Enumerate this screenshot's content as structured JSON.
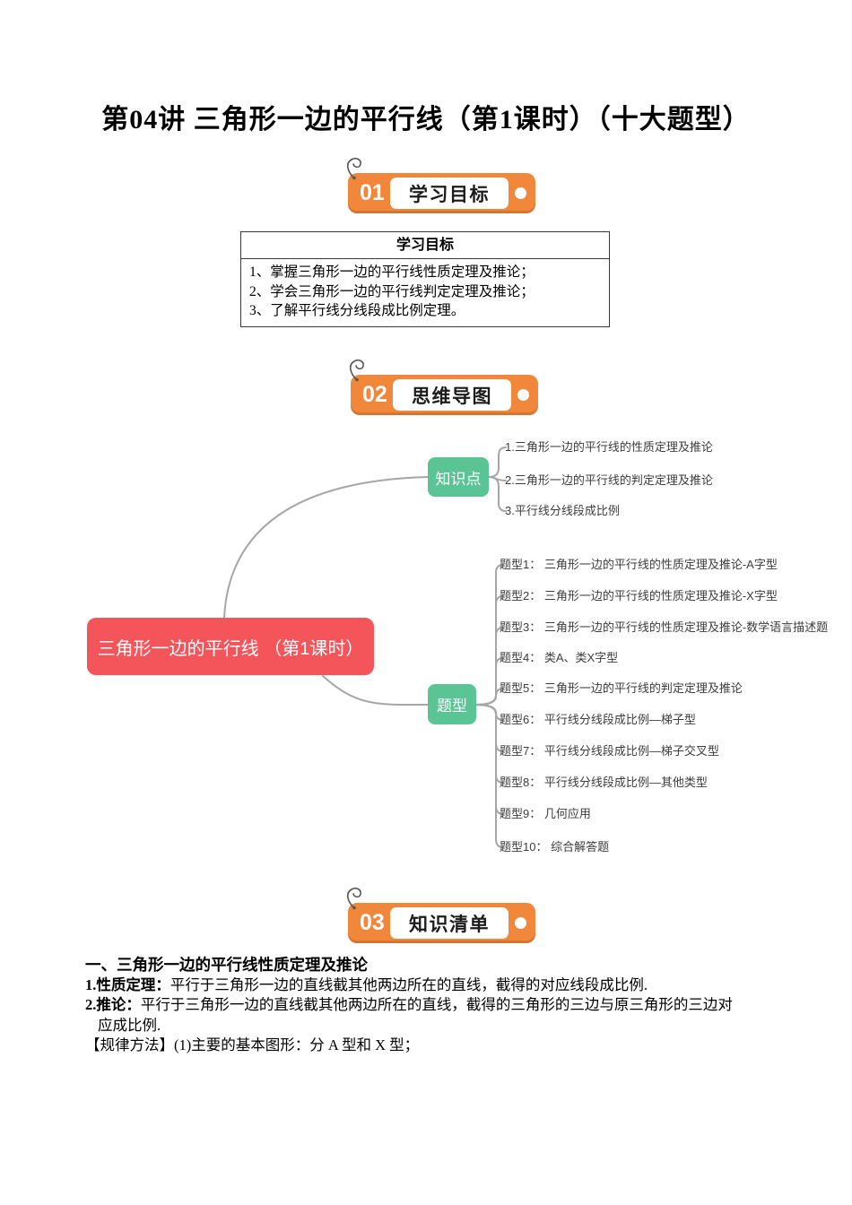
{
  "doc": {
    "title": "第04讲 三角形一边的平行线（第1课时）（十大题型）"
  },
  "sections": [
    {
      "num": "01",
      "label": "学习目标"
    },
    {
      "num": "02",
      "label": "思维导图"
    },
    {
      "num": "03",
      "label": "知识清单"
    }
  ],
  "objectives": {
    "header": "学习目标",
    "items": [
      "1、掌握三角形一边的平行线性质定理及推论；",
      "2、学会三角形一边的平行线判定定理及推论；",
      "3、了解平行线分线段成比例定理。"
    ]
  },
  "mindmap": {
    "center": "三角形一边的平行线 （第1课时）",
    "knowledge": {
      "label": "知识点",
      "items": [
        "1.三角形一边的平行线的性质定理及推论",
        "2.三角形一边的平行线的判定定理及推论",
        "3.平行线分线段成比例"
      ]
    },
    "qtypes": {
      "label": "题型",
      "items": [
        "题型1： 三角形一边的平行线的性质定理及推论-A字型",
        "题型2： 三角形一边的平行线的性质定理及推论-X字型",
        "题型3： 三角形一边的平行线的性质定理及推论-数学语言描述题",
        "题型4： 类A、类X字型",
        "题型5： 三角形一边的平行线的判定定理及推论",
        "题型6： 平行线分线段成比例—梯子型",
        "题型7： 平行线分线段成比例—梯子交叉型",
        "题型8： 平行线分线段成比例—其他类型",
        "题型9： 几何应用",
        "题型10： 综合解答题"
      ]
    },
    "colors": {
      "center_bg": "#F4555A",
      "node_bg": "#5BC495",
      "connector": "#A6A6A6",
      "badge_orange": "#F0873B"
    }
  },
  "knowledge_list": {
    "heading": "一、三角形一边的平行线性质定理及推论",
    "item1_label": "1.性质定理：",
    "item1_text": "平行于三角形一边的直线截其他两边所在的直线，截得的对应线段成比例.",
    "item2_label": "2.推论：",
    "item2_text": "平行于三角形一边的直线截其他两边所在的直线，截得的三角形的三边与原三角形的三边对",
    "item2_cont": "应成比例.",
    "method_label": "【规律方法】",
    "method_text": "(1)主要的基本图形：分 A 型和 X 型；"
  }
}
